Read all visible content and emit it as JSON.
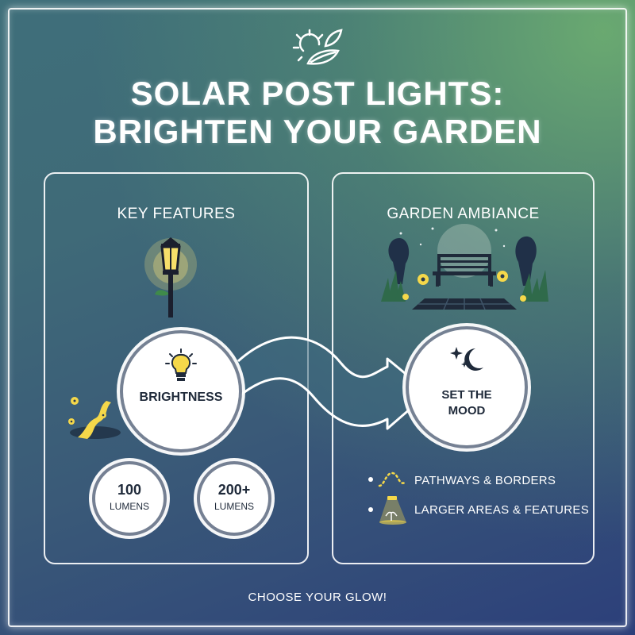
{
  "header": {
    "title_line1": "SOLAR POST LIGHTS:",
    "title_line2": "BRIGHTEN YOUR GARDEN",
    "logo_icon": "sun-leaf-icon"
  },
  "left_panel": {
    "title": "KEY FEATURES",
    "post_lamp_icon": "post-lamp-icon",
    "main_circle": {
      "label": "BRIGHTNESS",
      "icon": "lightbulb-icon"
    },
    "path_icon": "lit-path-icon",
    "small_circles": [
      {
        "value": "100",
        "unit": "LUMENS"
      },
      {
        "value": "200+",
        "unit": "LUMENS"
      }
    ]
  },
  "right_panel": {
    "title": "GARDEN AMBIANCE",
    "scene_icon": "garden-bench-scene-icon",
    "main_circle": {
      "line1": "SET THE",
      "line2": "MOOD",
      "icon": "moon-stars-icon"
    },
    "legend": [
      {
        "label": "PATHWAYS & BORDERS",
        "icon": "dotted-path-icon"
      },
      {
        "label": "LARGER AREAS & FEATURES",
        "icon": "floodlight-icon"
      }
    ]
  },
  "footer": {
    "text": "CHOOSE YOUR GLOW!"
  },
  "colors": {
    "accent_yellow": "#f5d84a",
    "circle_fill": "#ffffff",
    "text_dark": "#1f2a3a",
    "line": "#ffffff"
  }
}
